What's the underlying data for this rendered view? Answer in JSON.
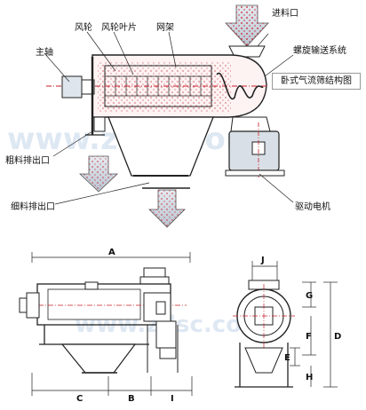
{
  "caption": "卧式气流筛结构图",
  "labels": {
    "feng_lun": "风轮",
    "feng_lun_ye_pian": "风轮叶片",
    "wang_jia": "网架",
    "jin_liao_kou": "进料口",
    "zhu_zhou": "主轴",
    "luo_xuan_shu_song": "螺旋输送系统",
    "cu_liao_pai_chu_kou": "粗料排出口",
    "xi_liao_pai_chu_kou": "细料排出口",
    "qu_dong_dian_ji": "驱动电机"
  },
  "dimensions": {
    "A": "A",
    "B": "B",
    "C": "C",
    "I": "I",
    "J": "J",
    "G": "G",
    "F": "F",
    "D": "D",
    "E": "E",
    "H": "H"
  },
  "watermark": "www.zdsc.com",
  "colors": {
    "line": "#222222",
    "accent": "#c81e2a",
    "motor": "#d9dfe6",
    "funnel": "#c9d3de"
  }
}
